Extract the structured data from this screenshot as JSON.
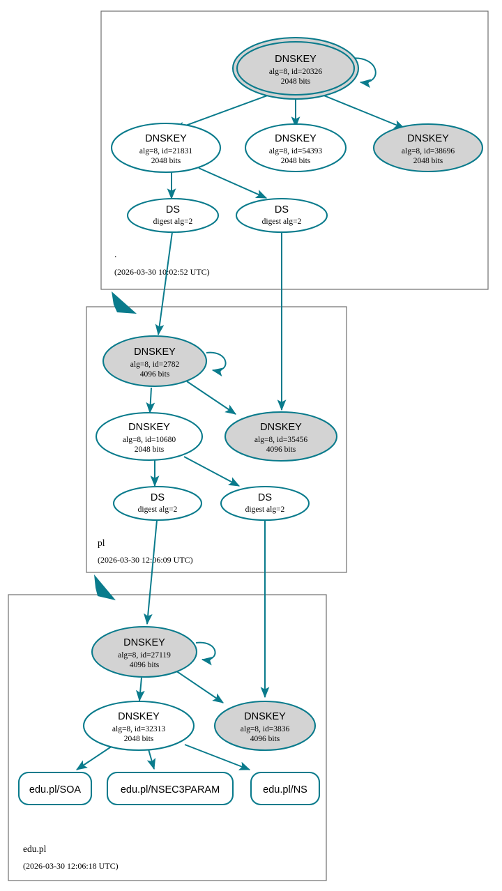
{
  "diagram": {
    "type": "dnssec-authentication-chain",
    "colors": {
      "accent": "#0a7b8c",
      "secure_fill": "#d3d3d3",
      "plain_fill": "#ffffff",
      "zone_border": "#6e6e6e",
      "text": "#000000"
    }
  },
  "zones": [
    {
      "name": ".",
      "timestamp": "(2026-03-30 10:02:52 UTC)",
      "keys": [
        {
          "type": "DNSKEY",
          "detail": "alg=8, id=20326",
          "size": "2048 bits",
          "trust_anchor": true,
          "secure": true
        },
        {
          "type": "DNSKEY",
          "detail": "alg=8, id=21831",
          "size": "2048 bits",
          "trust_anchor": false,
          "secure": false
        },
        {
          "type": "DNSKEY",
          "detail": "alg=8, id=54393",
          "size": "2048 bits",
          "trust_anchor": false,
          "secure": false
        },
        {
          "type": "DNSKEY",
          "detail": "alg=8, id=38696",
          "size": "2048 bits",
          "trust_anchor": false,
          "secure": true
        }
      ],
      "ds": [
        {
          "type": "DS",
          "detail": "digest alg=2"
        },
        {
          "type": "DS",
          "detail": "digest alg=2"
        }
      ]
    },
    {
      "name": "pl",
      "timestamp": "(2026-03-30 12:06:09 UTC)",
      "keys": [
        {
          "type": "DNSKEY",
          "detail": "alg=8, id=2782",
          "size": "4096 bits",
          "trust_anchor": false,
          "secure": true
        },
        {
          "type": "DNSKEY",
          "detail": "alg=8, id=10680",
          "size": "2048 bits",
          "trust_anchor": false,
          "secure": false
        },
        {
          "type": "DNSKEY",
          "detail": "alg=8, id=35456",
          "size": "4096 bits",
          "trust_anchor": false,
          "secure": true
        }
      ],
      "ds": [
        {
          "type": "DS",
          "detail": "digest alg=2"
        },
        {
          "type": "DS",
          "detail": "digest alg=2"
        }
      ]
    },
    {
      "name": "edu.pl",
      "timestamp": "(2026-03-30 12:06:18 UTC)",
      "keys": [
        {
          "type": "DNSKEY",
          "detail": "alg=8, id=27119",
          "size": "4096 bits",
          "trust_anchor": false,
          "secure": true
        },
        {
          "type": "DNSKEY",
          "detail": "alg=8, id=32313",
          "size": "2048 bits",
          "trust_anchor": false,
          "secure": false
        },
        {
          "type": "DNSKEY",
          "detail": "alg=8, id=3836",
          "size": "4096 bits",
          "trust_anchor": false,
          "secure": true
        }
      ],
      "rrsets": [
        {
          "label": "edu.pl/SOA"
        },
        {
          "label": "edu.pl/NSEC3PARAM"
        },
        {
          "label": "edu.pl/NS"
        }
      ]
    }
  ]
}
